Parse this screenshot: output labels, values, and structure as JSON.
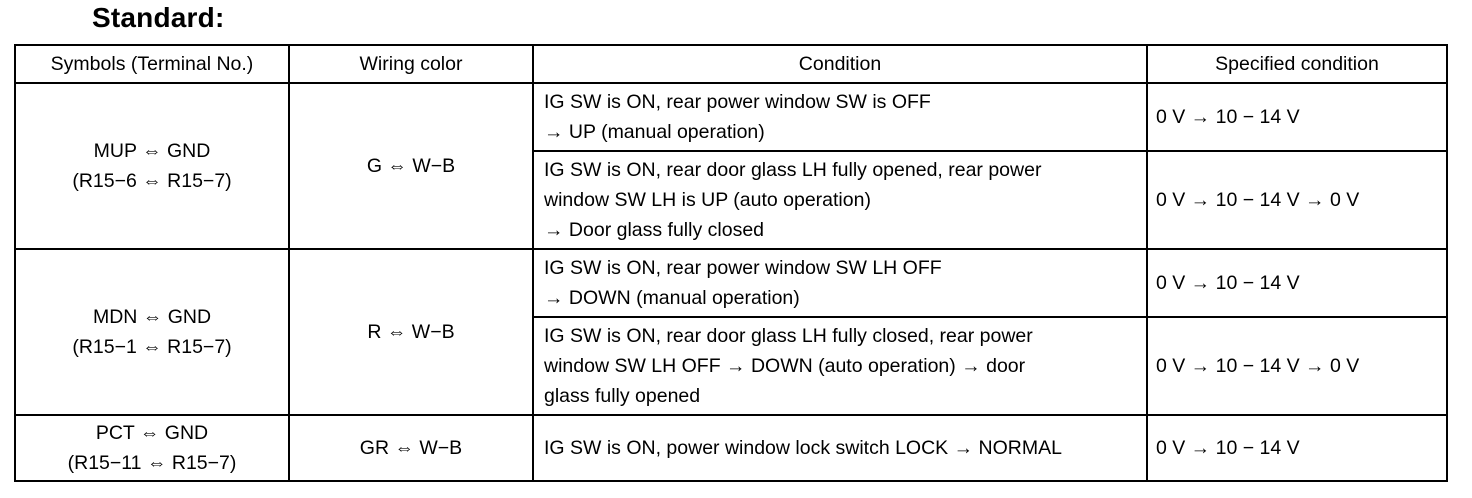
{
  "title": "Standard:",
  "headers": {
    "symbols": "Symbols (Terminal No.)",
    "wiring": "Wiring color",
    "condition": "Condition",
    "specified": "Specified condition"
  },
  "groups": [
    {
      "symbol": "MUP ⇔ GND",
      "terminal": "(R15−6 ⇔ R15−7)",
      "wiring": "G ⇔ W−B",
      "rows": [
        {
          "condition_lines": [
            "IG SW is ON, rear power window SW is OFF",
            "→ UP (manual operation)"
          ],
          "specified": "0 V → 10 − 14 V"
        },
        {
          "condition_lines": [
            "IG SW is ON, rear door glass LH fully opened, rear power",
            "window SW LH is UP (auto operation)",
            "→ Door glass fully closed"
          ],
          "specified": "0 V → 10 − 14 V → 0 V"
        }
      ]
    },
    {
      "symbol": "MDN ⇔ GND",
      "terminal": "(R15−1 ⇔ R15−7)",
      "wiring": "R ⇔ W−B",
      "rows": [
        {
          "condition_lines": [
            "IG SW is ON, rear power window SW LH OFF",
            "→ DOWN (manual operation)"
          ],
          "specified": "0 V → 10 − 14 V"
        },
        {
          "condition_lines": [
            "IG SW is ON, rear door glass LH fully closed, rear power",
            "window SW LH OFF → DOWN (auto operation) → door",
            "glass fully opened"
          ],
          "specified": "0 V → 10 − 14 V → 0 V"
        }
      ]
    },
    {
      "symbol": "PCT ⇔ GND",
      "terminal": "(R15−11 ⇔ R15−7)",
      "wiring": "GR ⇔ W−B",
      "rows": [
        {
          "condition_lines": [
            "IG SW is ON, power window lock switch LOCK → NORMAL"
          ],
          "specified": "0 V → 10 − 14 V"
        }
      ]
    }
  ]
}
